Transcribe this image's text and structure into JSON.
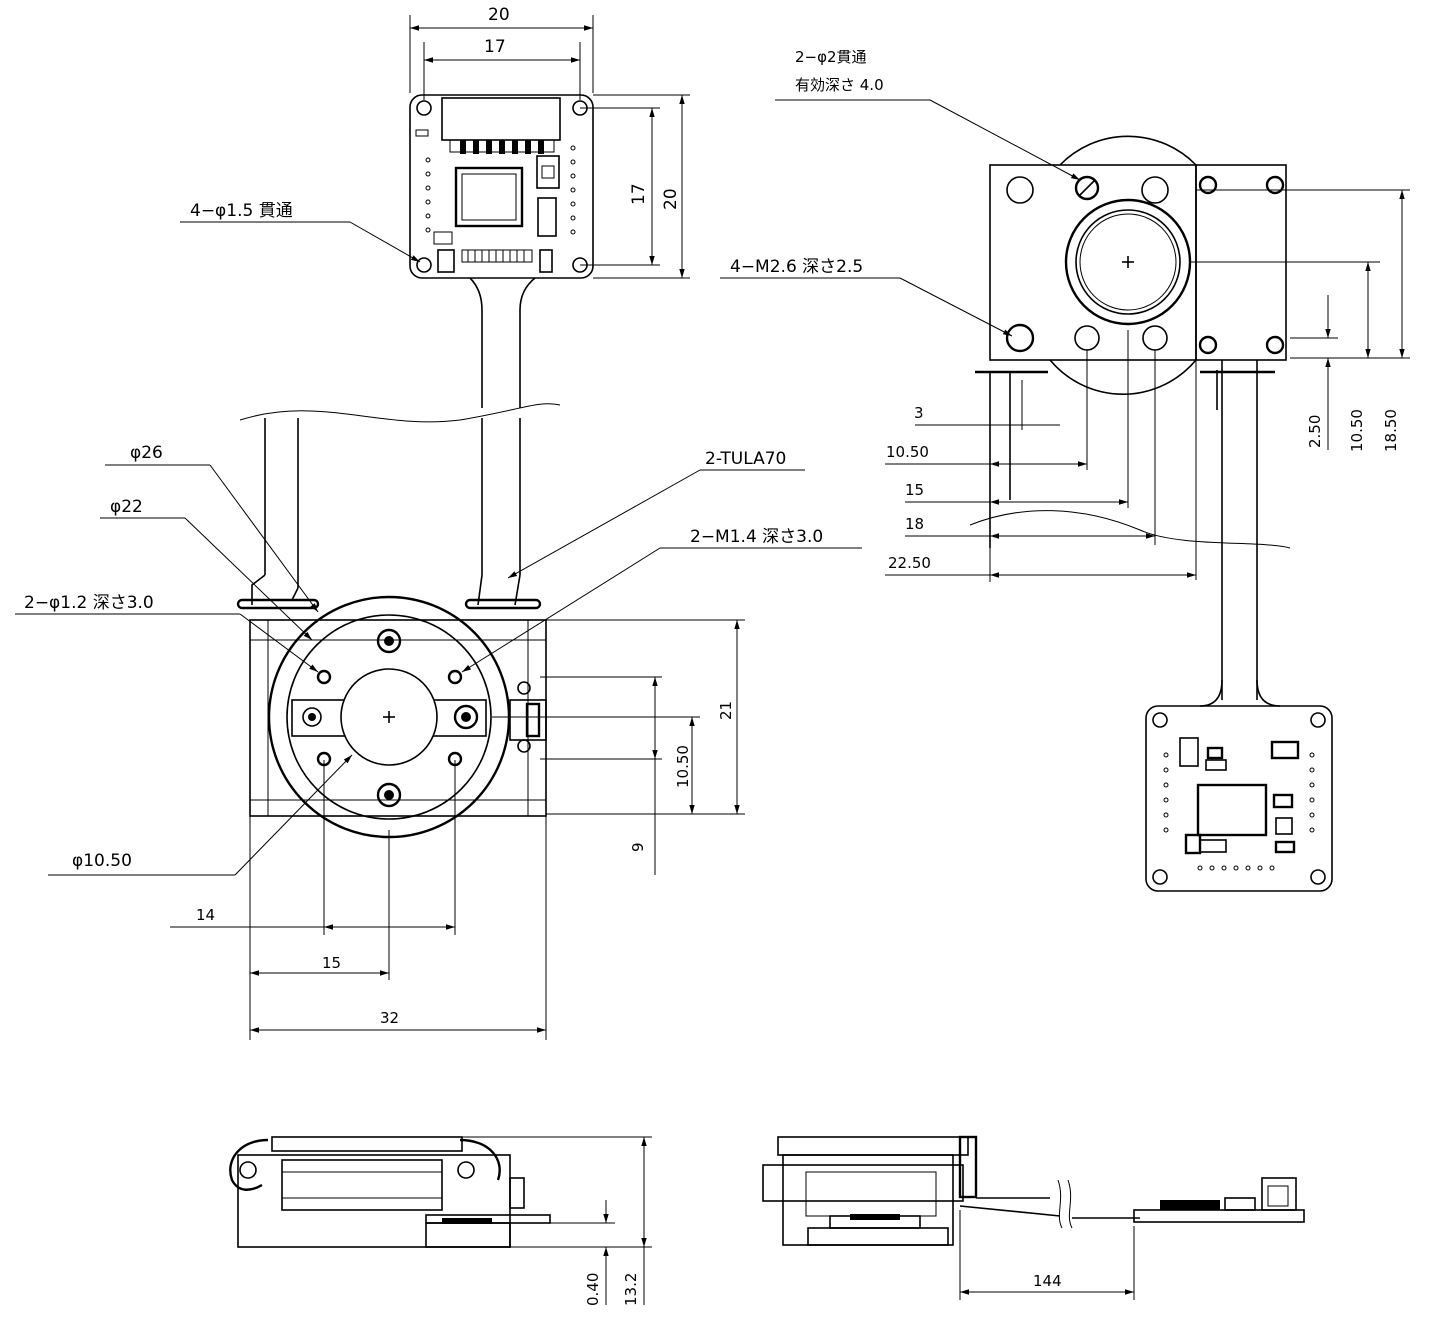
{
  "top_view_board": {
    "dim_width_outer": "20",
    "dim_width_inner": "17",
    "dim_height_inner": "17",
    "dim_height_outer": "20",
    "hole_callout": "4−φ1.5 貫通"
  },
  "front_view": {
    "callout_phi26": "φ26",
    "callout_phi22": "φ22",
    "callout_holes_12": "2−φ1.2  深さ3.0",
    "callout_tula": "2-TULA70",
    "callout_m14": "2−M1.4  深さ3.0",
    "callout_phi1050": "φ10.50",
    "dim_21": "21",
    "dim_1050": "10.50",
    "dim_9": "9",
    "dim_14": "14",
    "dim_15": "15",
    "dim_32": "32"
  },
  "side_view": {
    "callout_phi2_line1": "2−φ2貫通",
    "callout_phi2_line2": "有効深さ  4.0",
    "callout_m26": "4−M2.6  深さ2.5",
    "dim_3": "3",
    "dim_1050": "10.50",
    "dim_15": "15",
    "dim_18": "18",
    "dim_2250": "22.50",
    "dim_250": "2.50",
    "dim_1050_v": "10.50",
    "dim_1850": "18.50"
  },
  "bottom_views": {
    "dim_040": "0.40",
    "dim_132": "13.2",
    "dim_144": "144"
  }
}
